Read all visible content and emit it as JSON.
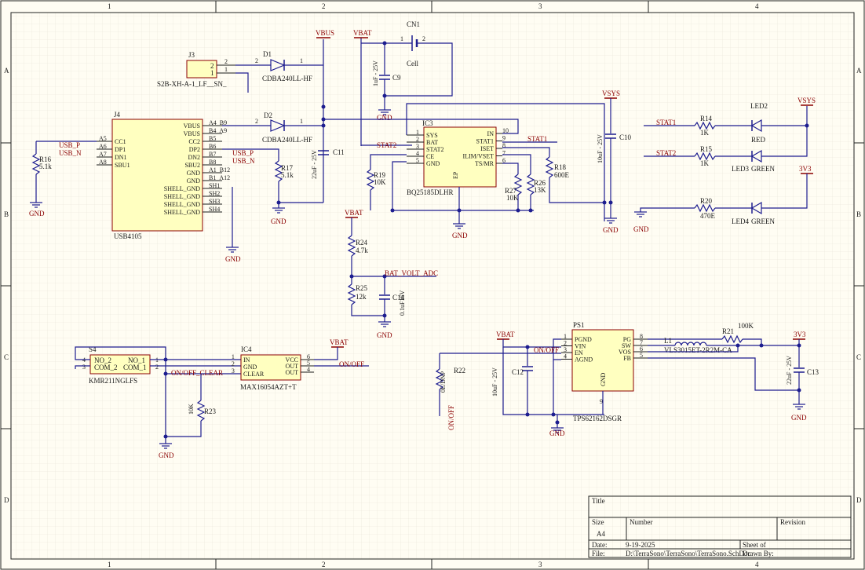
{
  "frame": {
    "cols": [
      "1",
      "2",
      "3",
      "4"
    ],
    "rows": [
      "A",
      "B",
      "C",
      "D"
    ]
  },
  "title_block": {
    "title_label": "Title",
    "size_label": "Size",
    "size_value": "A4",
    "number_label": "Number",
    "revision_label": "Revision",
    "date_label": "Date:",
    "date_value": "9-19-2025",
    "sheet_label": "Sheet of",
    "file_label": "File:",
    "file_value": "D:\\TerraSono\\TerraSono\\TerraSono.SchDoc",
    "drawn_label": "Drawn By:"
  },
  "power_nets": {
    "vbus": "VBUS",
    "vbat": "VBAT",
    "vsys": "VSYS",
    "v3v3": "3V3",
    "gnd": "GND"
  },
  "net_labels": {
    "usb_p": "USB_P",
    "usb_n": "USB_N",
    "stat1": "STAT1",
    "stat2": "STAT2",
    "bat_volt_adc": "BAT_VOLT_ADC",
    "on_off": "ON/OFF",
    "on_off_clear": "ON/OFF_CLEAR"
  },
  "components": {
    "j3": {
      "ref": "J3",
      "value": "S2B-XH-A-1_LF__SN_",
      "pins": [
        "2",
        "1"
      ]
    },
    "d1": {
      "ref": "D1",
      "value": "CDBA240LL-HF"
    },
    "d2": {
      "ref": "D2",
      "value": "CDBA240LL-HF"
    },
    "cn1": {
      "ref": "CN1",
      "value": "Cell"
    },
    "c9": {
      "ref": "C9",
      "value": "1uF - 25V"
    },
    "c10": {
      "ref": "C10",
      "value": "10uF - 25V"
    },
    "c11": {
      "ref": "C11",
      "value": "22uF - 25V"
    },
    "c12": {
      "ref": "C12",
      "value": "10uF - 25V"
    },
    "c13": {
      "ref": "C13",
      "value": "22uF - 25V"
    },
    "c14": {
      "ref": "C14",
      "value": "0.1uF16V"
    },
    "j4": {
      "ref": "J4",
      "value": "USB4105",
      "left_pins": [
        {
          "num": "A5",
          "name": "CC1"
        },
        {
          "num": "A6",
          "name": "DP1"
        },
        {
          "num": "A7",
          "name": "DN1"
        },
        {
          "num": "A8",
          "name": "SBU1"
        }
      ],
      "right_pins": [
        {
          "num": "A4_B9",
          "name": "VBUS"
        },
        {
          "num": "B4_A9",
          "name": "VBUS"
        },
        {
          "num": "B5",
          "name": "CC2"
        },
        {
          "num": "B6",
          "name": "DP2"
        },
        {
          "num": "B7",
          "name": "DN2"
        },
        {
          "num": "B8",
          "name": "SBU2"
        },
        {
          "num": "A1_B12",
          "name": "GND"
        },
        {
          "num": "B1_A12",
          "name": "GND"
        },
        {
          "num": "SH1",
          "name": "SHELL_GND"
        },
        {
          "num": "SH2",
          "name": "SHELL_GND"
        },
        {
          "num": "SH3",
          "name": "SHELL_GND"
        },
        {
          "num": "SH4",
          "name": "SHELL_GND"
        }
      ]
    },
    "ic3": {
      "ref": "IC3",
      "value": "BQ25185DLHR",
      "left_pins": [
        {
          "num": "1",
          "name": "SYS"
        },
        {
          "num": "2",
          "name": "BAT"
        },
        {
          "num": "3",
          "name": "STAT2"
        },
        {
          "num": "4",
          "name": "CE"
        },
        {
          "num": "5",
          "name": "GND"
        }
      ],
      "right_pins": [
        {
          "num": "10",
          "name": "IN"
        },
        {
          "num": "9",
          "name": "STAT1"
        },
        {
          "num": "8",
          "name": "ISET"
        },
        {
          "num": "7",
          "name": "ILIM/VSET"
        },
        {
          "num": "6",
          "name": "TS/MR"
        }
      ],
      "ep": "EP"
    },
    "r14": {
      "ref": "R14",
      "value": "1K"
    },
    "r15": {
      "ref": "R15",
      "value": "1K"
    },
    "r16": {
      "ref": "R16",
      "value": "5.1k"
    },
    "r17": {
      "ref": "R17",
      "value": "5.1k"
    },
    "r18": {
      "ref": "R18",
      "value": "600E"
    },
    "r19": {
      "ref": "R19",
      "value": "10K"
    },
    "r20": {
      "ref": "R20",
      "value": "470E"
    },
    "r21": {
      "ref": "R21",
      "value": "100K"
    },
    "r22": {
      "ref": "R22",
      "value": "0E/DNP"
    },
    "r23": {
      "ref": "R23",
      "value": "10K"
    },
    "r24": {
      "ref": "R24",
      "value": "4.7k"
    },
    "r25": {
      "ref": "R25",
      "value": "12k"
    },
    "r26": {
      "ref": "R26",
      "value": "13K"
    },
    "r27": {
      "ref": "R27",
      "value": "10K"
    },
    "led2": {
      "ref": "LED2",
      "value": "RED"
    },
    "led3": {
      "ref": "LED3",
      "value": "GREEN"
    },
    "led4": {
      "ref": "LED4",
      "value": "GREEN"
    },
    "s4": {
      "ref": "S4",
      "value": "KMR211NGLFS",
      "pins": [
        "NO_2",
        "COM_2",
        "NO_1",
        "COM_1"
      ]
    },
    "ic4": {
      "ref": "IC4",
      "value": "MAX16054AZT+T",
      "left_pins": [
        {
          "num": "1",
          "name": "IN"
        },
        {
          "num": "2",
          "name": "GND"
        },
        {
          "num": "3",
          "name": "CLEAR"
        }
      ],
      "right_pins": [
        {
          "num": "6",
          "name": "VCC"
        },
        {
          "num": "5",
          "name": "OUT"
        },
        {
          "num": "4",
          "name": "OUT"
        }
      ]
    },
    "ps1": {
      "ref": "PS1",
      "value": "TPS62162DSGR",
      "left_pins": [
        {
          "num": "1",
          "name": "PGND"
        },
        {
          "num": "2",
          "name": "VIN"
        },
        {
          "num": "3",
          "name": "EN"
        },
        {
          "num": "4",
          "name": "AGND"
        }
      ],
      "right_pins": [
        {
          "num": "8",
          "name": "PG"
        },
        {
          "num": "7",
          "name": "SW"
        },
        {
          "num": "6",
          "name": "VOS"
        },
        {
          "num": "5",
          "name": "FB"
        }
      ],
      "bottom_pin": {
        "num": "9",
        "name": "GND"
      }
    },
    "l1": {
      "ref": "L1",
      "value": "VLS3015ET-2R2M-CA"
    }
  }
}
